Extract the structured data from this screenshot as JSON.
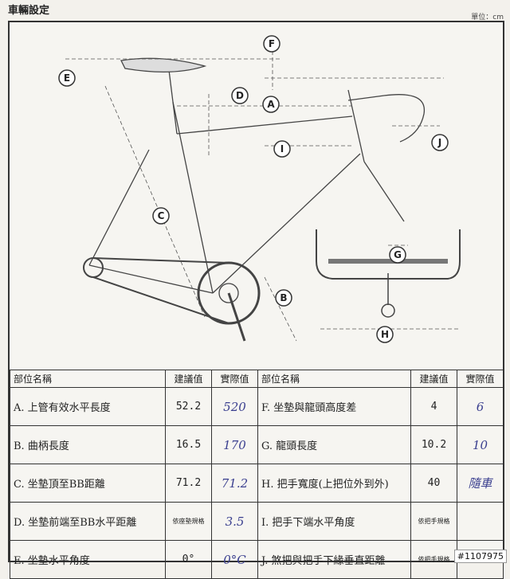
{
  "header": {
    "title": "車輛設定",
    "unit": "單位：cm"
  },
  "diagram": {
    "labels": {
      "A": "A",
      "B": "B",
      "C": "C",
      "D": "D",
      "E": "E",
      "F": "F",
      "G": "G",
      "H": "H",
      "I": "I",
      "J": "J"
    }
  },
  "table": {
    "headers": {
      "part_name": "部位名稱",
      "recommended": "建議值",
      "actual": "實際值"
    },
    "rows": [
      {
        "left": {
          "name": "A. 上管有效水平長度",
          "rec": "52.2",
          "act": "520"
        },
        "right": {
          "name": "F. 坐墊與龍頭高度差",
          "rec": "4",
          "act": "6"
        }
      },
      {
        "left": {
          "name": "B. 曲柄長度",
          "rec": "16.5",
          "act": "170"
        },
        "right": {
          "name": "G. 龍頭長度",
          "rec": "10.2",
          "act": "10"
        }
      },
      {
        "left": {
          "name": "C. 坐墊頂至BB距離",
          "rec": "71.2",
          "act": "71.2"
        },
        "right": {
          "name": "H. 把手寬度(上把位外到外)",
          "rec": "40",
          "act": "隨車"
        }
      },
      {
        "left": {
          "name": "D. 坐墊前端至BB水平距離",
          "rec": "依座墊規格",
          "act": "3.5"
        },
        "right": {
          "name": "I. 把手下端水平角度",
          "rec": "依把手規格",
          "act": ""
        }
      },
      {
        "left": {
          "name": "E. 坐墊水平角度",
          "rec": "0°",
          "act": "0°C"
        },
        "right": {
          "name": "J. 煞把與把手下緣垂直距離",
          "rec": "依把手規格",
          "act": ""
        }
      }
    ]
  },
  "watermark": "#1107975"
}
